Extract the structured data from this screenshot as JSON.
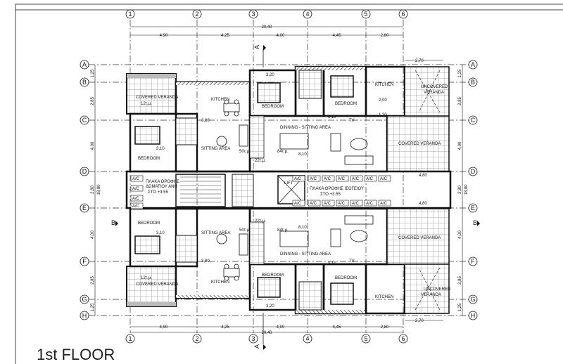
{
  "title": "1st FLOOR",
  "grid": {
    "columns": [
      "1",
      "2",
      "3",
      "4",
      "5",
      "6"
    ],
    "rows": [
      "A",
      "B",
      "C",
      "D",
      "E",
      "F",
      "G",
      "H"
    ]
  },
  "dimensions": {
    "overall_width": "20,40",
    "column_spans": [
      "4,90",
      "4,25",
      "4,00",
      "4,45",
      "2,80"
    ],
    "veranda_offset": "2,70",
    "row_spans": [
      "1,25",
      "2,85",
      "4,00",
      "2,80",
      "4,00",
      "2,85",
      "1,25"
    ],
    "overall_depth": "18,80",
    "interior": [
      "3,20",
      "3,10",
      "3,80",
      "3,10",
      "2,00",
      "1,20",
      "8,10",
      "4,80",
      "4,80",
      "8,10",
      "3,80",
      "3,10",
      "3,20",
      "3,10"
    ]
  },
  "section_markers": [
    "A",
    "A",
    "B",
    "B"
  ],
  "rooms": {
    "top": [
      "COVERED VERANDA",
      "12τ.μ.",
      "KITCHEN",
      "SITTING AREA",
      "BEDROOM",
      "BEDROOM",
      "BEDROOM",
      "KITCHEN",
      "UNCOVERED",
      "VERANDA",
      "DINNING - SITTING AREA",
      "TV",
      "COVERED VERANDA",
      "84τ.μ.",
      "50τ.μ.",
      "22τ.μ."
    ],
    "bottom": [
      "COVERED VERANDA",
      "12τ.μ.",
      "KITCHEN",
      "SITTING AREA",
      "BEDROOM",
      "BEDROOM",
      "BEDROOM",
      "KITCHEN",
      "VERANDA",
      "UNCOVERED",
      "DINNING - SITTING AREA",
      "TV",
      "COVERED VERANDA",
      "84τ.μ.",
      "50τ.μ.",
      "22τ.μ."
    ]
  },
  "core": {
    "left_note": [
      "ΠΛΑΚΑ ΟΡΟΦΗΣ",
      "ΔΩΜΑΤΙΟΥ ΑΝΗ",
      "ΣΤΟ  +3.55"
    ],
    "right_note": [
      "ΠΛΑΚΑ ΟΡΟΦΗΣ ΙΣΟΓΕΙΟΥ",
      "ΣΤΟ  +3.55"
    ],
    "lift": "LIFT",
    "ac_label": "A/C"
  }
}
